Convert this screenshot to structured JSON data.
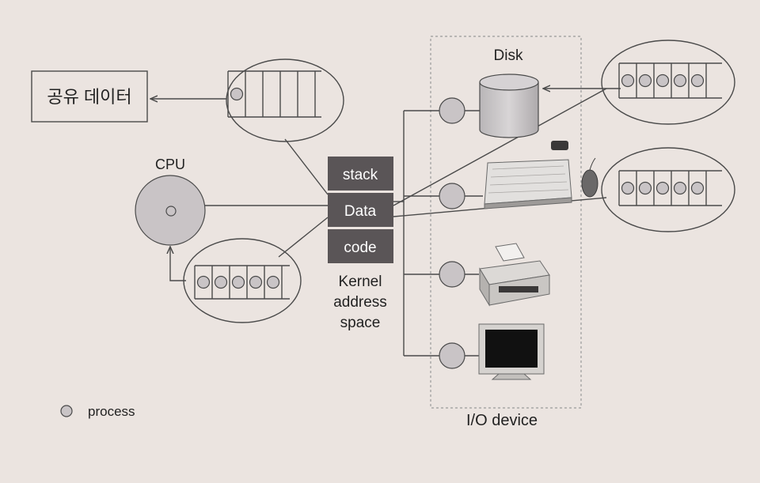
{
  "shared_data_label": "공유 데이터",
  "cpu_label": "CPU",
  "disk_label": "Disk",
  "kernel_blocks": [
    "stack",
    "Data",
    "code"
  ],
  "kernel_label": [
    "Kernel",
    "address",
    "space"
  ],
  "io_label": "I/O device",
  "legend_label": "process",
  "queues": {
    "top": {
      "slots": 5,
      "processes": 1
    },
    "cpu": {
      "slots": 5,
      "processes": 5
    },
    "disk": {
      "slots": 6,
      "processes": 5
    },
    "keyboard": {
      "slots": 6,
      "processes": 5
    }
  },
  "colors": {
    "background": "#ebe4e0",
    "line": "#4a4a4a",
    "process_fill": "#c9c4c6",
    "kernel_fill": "#5a5557",
    "kernel_text": "#ffffff",
    "io_box_border": "#9a9a9a"
  },
  "devices": [
    "disk-icon",
    "keyboard-icon",
    "mouse-icon",
    "printer-icon",
    "monitor-icon"
  ]
}
